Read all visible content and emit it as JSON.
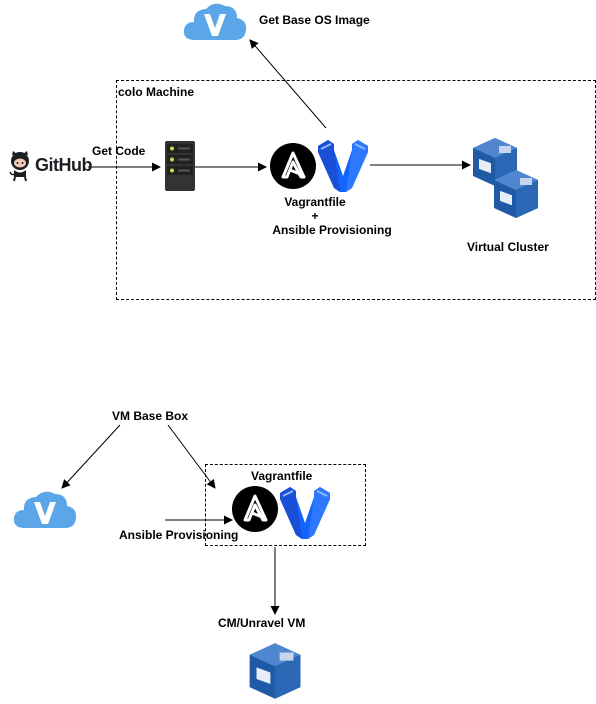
{
  "top": {
    "base_image_label": "Get Base OS Image",
    "machine_label": "colo Machine",
    "get_code_label": "Get Code",
    "github_text": "GitHub",
    "vagrantfile_line1": "Vagrantfile",
    "vagrantfile_plus": "+",
    "vagrantfile_line2": "Ansible Provisioning",
    "cluster_label": "Virtual Cluster"
  },
  "bottom": {
    "base_box_label": "VM Base Box",
    "vagrantfile_label": "Vagrantfile",
    "ansible_label": "Ansible Provisioning",
    "vm_label": "CM/Unravel VM"
  },
  "colors": {
    "cloud": "#5aa6e8",
    "vagrant_blue": "#1563ff",
    "ansible_black": "#000000",
    "vbox_blue": "#1f5aa6",
    "server_dark": "#333333",
    "led_green": "#b6e34a"
  }
}
